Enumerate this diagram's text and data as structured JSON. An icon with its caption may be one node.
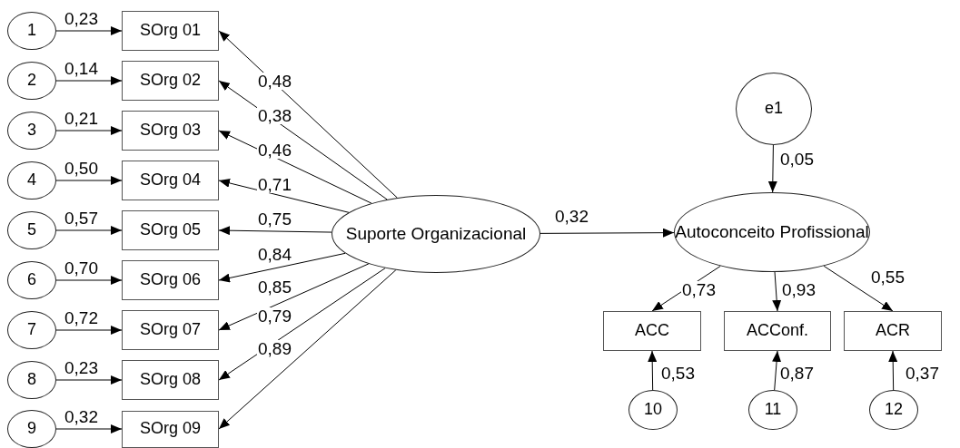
{
  "diagram": {
    "nodes": [
      {
        "text": [
          "1"
        ]
      },
      {
        "text": [
          "2"
        ]
      },
      {
        "text": [
          "3"
        ]
      },
      {
        "text": [
          "4"
        ]
      },
      {
        "text": [
          "5"
        ]
      },
      {
        "text": [
          "6"
        ]
      },
      {
        "text": [
          "7"
        ]
      },
      {
        "text": [
          "8"
        ]
      },
      {
        "text": [
          "9"
        ]
      },
      {
        "text": [
          "SOrg 01"
        ]
      },
      {
        "text": [
          "SOrg 02"
        ]
      },
      {
        "text": [
          "SOrg 03"
        ]
      },
      {
        "text": [
          "SOrg 04"
        ]
      },
      {
        "text": [
          "SOrg 05"
        ]
      },
      {
        "text": [
          "SOrg 06"
        ]
      },
      {
        "text": [
          "SOrg 07"
        ]
      },
      {
        "text": [
          "SOrg 08"
        ]
      },
      {
        "text": [
          "SOrg 09"
        ]
      },
      {
        "text": [
          "Suporte Organizacional"
        ]
      },
      {
        "text": [
          "e1"
        ]
      },
      {
        "text": [
          "Autoconceito Profissional"
        ]
      },
      {
        "text": [
          "ACC"
        ]
      },
      {
        "text": [
          "ACConf."
        ]
      },
      {
        "text": [
          "ACR"
        ]
      },
      {
        "text": [
          "10"
        ]
      },
      {
        "text": [
          "11"
        ]
      },
      {
        "text": [
          "12"
        ]
      }
    ],
    "edges": [
      {
        "from": 0,
        "to": 9,
        "arrow": "to",
        "label": "0,23"
      },
      {
        "from": 1,
        "to": 10,
        "arrow": "to",
        "label": "0,14"
      },
      {
        "from": 2,
        "to": 11,
        "arrow": "to",
        "label": "0,21"
      },
      {
        "from": 3,
        "to": 12,
        "arrow": "to",
        "label": "0,50"
      },
      {
        "from": 4,
        "to": 13,
        "arrow": "to",
        "label": "0,57"
      },
      {
        "from": 5,
        "to": 14,
        "arrow": "to",
        "label": "0,70"
      },
      {
        "from": 6,
        "to": 15,
        "arrow": "to",
        "label": "0,72"
      },
      {
        "from": 7,
        "to": 16,
        "arrow": "to",
        "label": "0,23"
      },
      {
        "from": 8,
        "to": 17,
        "arrow": "to",
        "label": "0,32"
      },
      {
        "from": 18,
        "to": 9,
        "arrow": "to",
        "label": "0,48"
      },
      {
        "from": 18,
        "to": 10,
        "arrow": "to",
        "label": "0,38"
      },
      {
        "from": 18,
        "to": 11,
        "arrow": "to",
        "label": "0,46"
      },
      {
        "from": 18,
        "to": 12,
        "arrow": "to",
        "label": "0,71"
      },
      {
        "from": 18,
        "to": 13,
        "arrow": "to",
        "label": "0,75"
      },
      {
        "from": 18,
        "to": 14,
        "arrow": "to",
        "label": "0,84"
      },
      {
        "from": 18,
        "to": 15,
        "arrow": "to",
        "label": "0,85"
      },
      {
        "from": 18,
        "to": 16,
        "arrow": "to",
        "label": "0,79"
      },
      {
        "from": 18,
        "to": 17,
        "arrow": "to",
        "label": "0,89"
      },
      {
        "from": 18,
        "to": 20,
        "arrow": "to",
        "label": "0,32"
      },
      {
        "from": 19,
        "to": 20,
        "arrow": "to",
        "label": "0,05"
      },
      {
        "from": 20,
        "to": 21,
        "arrow": "to",
        "label": "0,73"
      },
      {
        "from": 20,
        "to": 22,
        "arrow": "to",
        "label": "0,93"
      },
      {
        "from": 20,
        "to": 23,
        "arrow": "to",
        "label": "0,55"
      },
      {
        "from": 24,
        "to": 21,
        "arrow": "to",
        "label": "0,53"
      },
      {
        "from": 25,
        "to": 22,
        "arrow": "to",
        "label": "0,87"
      },
      {
        "from": 26,
        "to": 23,
        "arrow": "to",
        "label": "0,37"
      }
    ]
  }
}
